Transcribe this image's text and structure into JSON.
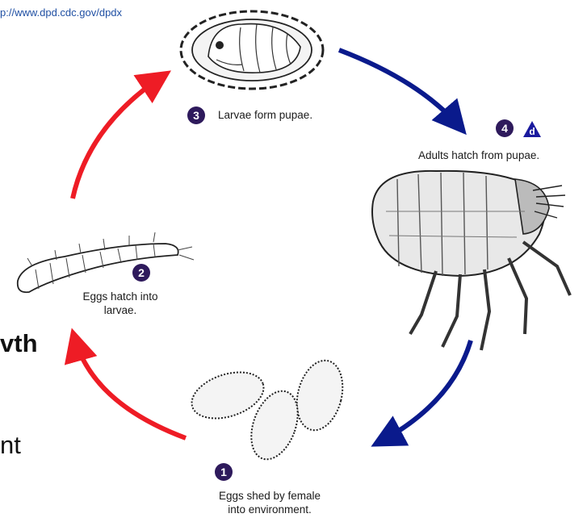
{
  "source_url": "p://www.dpd.cdc.gov/dpdx",
  "stages": [
    {
      "number": "1",
      "caption_lines": [
        "Eggs shed by female",
        "into environment."
      ]
    },
    {
      "number": "2",
      "caption_lines": [
        "Eggs hatch into",
        "larvae."
      ]
    },
    {
      "number": "3",
      "caption_lines": [
        "Larvae form pupae."
      ]
    },
    {
      "number": "4",
      "symbol": "d",
      "caption_lines": [
        "Adults hatch from pupae."
      ]
    }
  ],
  "edge_text": [
    "vth",
    "nt"
  ],
  "icons": {
    "stage1": "eggs-illustration",
    "stage2": "larva-illustration",
    "stage3": "pupa-illustration",
    "stage4": "adult-flea-illustration",
    "diagnostic": "diagnostic-stage-triangle-icon"
  },
  "colors": {
    "arrow_red": "#ee1c25",
    "arrow_blue": "#0a1a8c",
    "badge": "#2e1a5c",
    "triangle": "#1a1a9e"
  }
}
